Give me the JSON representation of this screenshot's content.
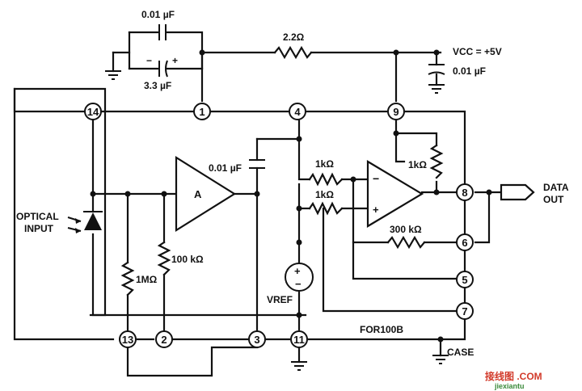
{
  "components": {
    "c_top": "0.01 µF",
    "c_electrolytic": "3.3 µF",
    "r_supply": "2.2Ω",
    "vcc": "VCC = +5V",
    "c_bypass": "0.01 µF",
    "c_coupling": "0.01 µF",
    "r_in_upper": "1kΩ",
    "r_in_lower": "1kΩ",
    "r_pullup": "1kΩ",
    "r_feedback": "300 kΩ",
    "r_left": "1MΩ",
    "r_bias": "100 kΩ",
    "vref": "VREF",
    "amp_a": "A",
    "polarity_minus": "−",
    "polarity_plus": "+",
    "elec_minus": "−",
    "elec_plus": "+"
  },
  "labels": {
    "optical_input": [
      "OPTICAL",
      "INPUT"
    ],
    "data_out": [
      "DATA",
      "OUT"
    ],
    "part_number": "FOR100B",
    "case": "CASE"
  },
  "pins": [
    "14",
    "1",
    "4",
    "9",
    "8",
    "6",
    "5",
    "7",
    "13",
    "2",
    "3",
    "11"
  ],
  "watermark": {
    "text": "接线图 .COM",
    "sub": "jiexiantu"
  },
  "colors": {
    "ink": "#111111",
    "watermark_red": "#d23a2a",
    "watermark_green": "#3a8a3a"
  }
}
